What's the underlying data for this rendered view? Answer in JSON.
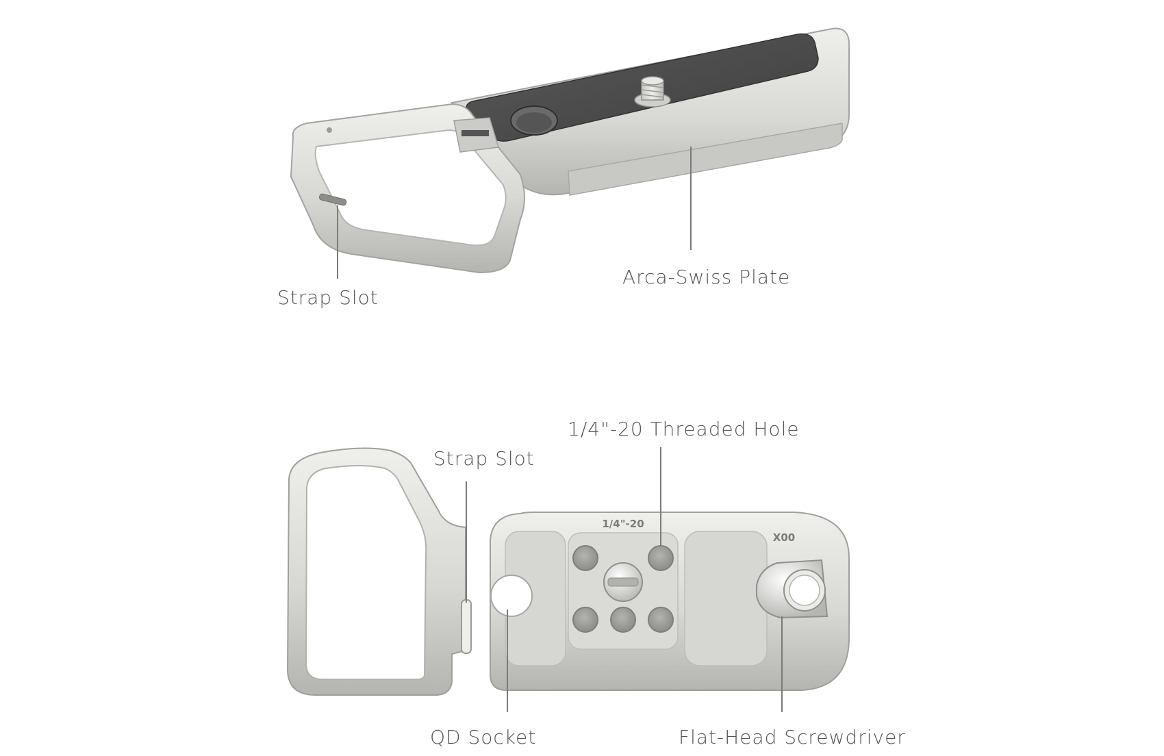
{
  "top_view": {
    "callouts": [
      {
        "id": "strap-slot",
        "label": "Strap Slot"
      },
      {
        "id": "arca-swiss-plate",
        "label": "Arca-Swiss Plate"
      }
    ]
  },
  "bottom_view": {
    "engraving": "1/4\"-20",
    "model_mark": "X00",
    "callouts": [
      {
        "id": "strap-slot",
        "label": "Strap Slot"
      },
      {
        "id": "threaded-hole",
        "label": "1/4\"-20 Threaded Hole"
      },
      {
        "id": "qd-socket",
        "label": "QD Socket"
      },
      {
        "id": "flat-head-screwdriver",
        "label": "Flat-Head Screwdriver"
      }
    ]
  },
  "colors": {
    "metal_light": "#e4e4e1",
    "metal_mid": "#cfcfcb",
    "metal_dark": "#a9a9a5",
    "rubber_pad": "#4c4c4c",
    "leader_line": "#7a7a7a",
    "label_text": "#555555"
  }
}
